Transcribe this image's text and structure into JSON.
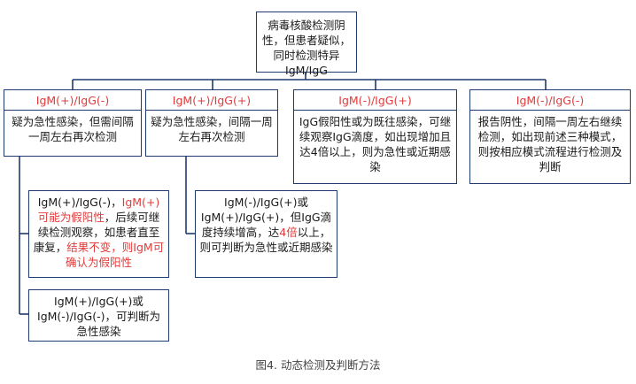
{
  "root": {
    "text": "病毒核酸检测阴性，但患者疑似，同时检测特异IgM/IgG"
  },
  "branches": [
    {
      "header": "IgM(+)/IgG(-)",
      "body": "疑为急性感染，但需间隔一周左右再次检测"
    },
    {
      "header": "IgM(+)/IgG(+)",
      "body": "疑为急性感染，间隔一周左右再次检测"
    },
    {
      "header": "IgM(-)/IgG(+)",
      "body": "IgG假阳性或为既往感染，可继续观察IgG滴度，如出现增加且达4倍以上，则为急性或近期感染"
    },
    {
      "header": "IgM(-)/IgG(-)",
      "body": "报告阴性，间隔一周左右继续检测，如出现前述三种模式，则按相应模式流程进行检测及判断"
    }
  ],
  "sub_boxes": {
    "b1_first": {
      "p1": "IgM(+)/IgG(-)，",
      "p2": "IgM(+)",
      "p3": "可能为假阳性",
      "p4": "，后续可继续检测观察，如患者直至康复，",
      "p5": "结果不变，则IgM可确认为假阳性"
    },
    "b1_second": {
      "p1": "IgM(+)/IgG(+)或IgM(-)/IgG(-)，可判断为急性感染"
    },
    "b2_first": {
      "p1": "IgM(-)/IgG(+)或IgM(+)/IgG(+)，但IgG滴度持续增高，达",
      "p2": "4倍",
      "p3": "以上，则可判断为急性或近期感染"
    }
  },
  "colors": {
    "line": "#1f3a6e",
    "highlight": "#e23b3b"
  },
  "caption": "图4. 动态检测及判断方法"
}
